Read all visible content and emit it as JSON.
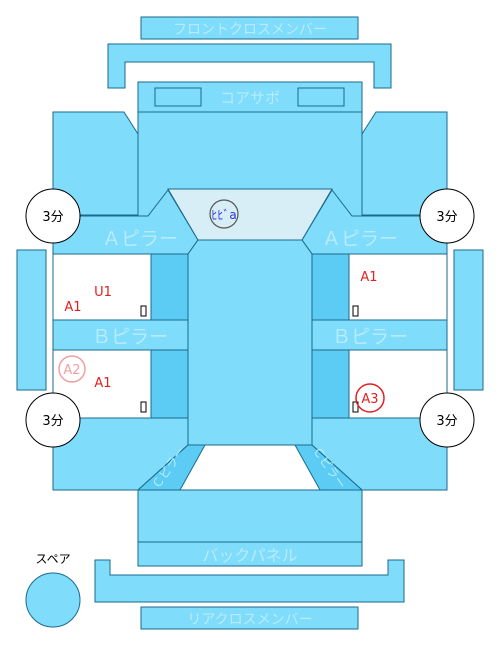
{
  "colors": {
    "panel": "#7fdcfb",
    "panel_dark": "#5cccf4",
    "stroke": "#1a6a8c",
    "windshield": "#d7eef6",
    "label_blue": "#b8ecfd",
    "mark_red": "#e02020",
    "mark_red_faded": "#f0a0a0",
    "mark_blue": "#3333dd"
  },
  "parts": {
    "front_cross_member": "フロントクロスメンバー",
    "core_support": "コアサポ",
    "a_pillar_left": "Ａピラー",
    "a_pillar_right": "Ａピラー",
    "b_pillar_left": "Ｂピラー",
    "b_pillar_right": "Ｂピラー",
    "back_panel": "バックパネル",
    "rear_cross_member": "リアクロスメンバー",
    "spare": "スペア",
    "c_pillar_left": "Ｃピラー",
    "c_pillar_right": "Ｃピラー"
  },
  "badges": {
    "front_left": "3分",
    "front_right": "3分",
    "rear_left": "3分",
    "rear_right": "3分"
  },
  "marks": {
    "windshield": "ﾋﾋﾞa",
    "front_left_door_1": "U1",
    "front_left_door_2": "A1",
    "front_right_door": "A1",
    "rear_left_circle": "A2",
    "rear_left_door": "A1",
    "rear_right_circle": "A3"
  }
}
